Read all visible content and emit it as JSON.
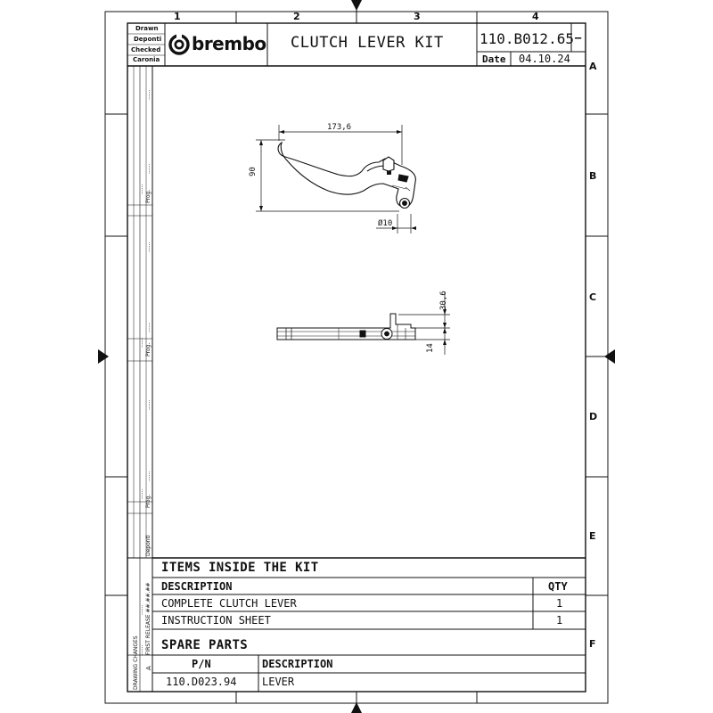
{
  "columns": [
    "1",
    "2",
    "3",
    "4"
  ],
  "rows": [
    "A",
    "B",
    "C",
    "D",
    "E",
    "F"
  ],
  "title_block": {
    "roles": [
      "Drawn",
      "Deponti",
      "Checked",
      "Caronia"
    ],
    "brand": "brembo",
    "title": "CLUTCH LEVER KIT",
    "code": "110.B012.65",
    "revision": "–",
    "date_label": "Date",
    "date_value": "04.10.24"
  },
  "dimensions": {
    "length": "173,6",
    "height": "90",
    "diameter": "Ø10",
    "thickness_a": "30,6",
    "thickness_b": "14"
  },
  "items": {
    "title": "ITEMS INSIDE THE KIT",
    "headers": [
      "DESCRIPTION",
      "QTY"
    ],
    "rows": [
      {
        "description": "COMPLETE CLUTCH LEVER",
        "qty": "1"
      },
      {
        "description": "INSTRUCTION SHEET",
        "qty": "1"
      }
    ]
  },
  "spare": {
    "title": "SPARE PARTS",
    "headers": [
      "P/N",
      "DESCRIPTION"
    ],
    "rows": [
      {
        "pn": "110.D023.94",
        "description": "LEVER"
      }
    ]
  },
  "side_strip": {
    "drawing_changes": "DRAWING CHANGES",
    "first_release": "FIRST RELEASE ##.##.##",
    "revision_note": "A",
    "prog": "Prog.",
    "name": "Deponti",
    "dots": "......"
  }
}
